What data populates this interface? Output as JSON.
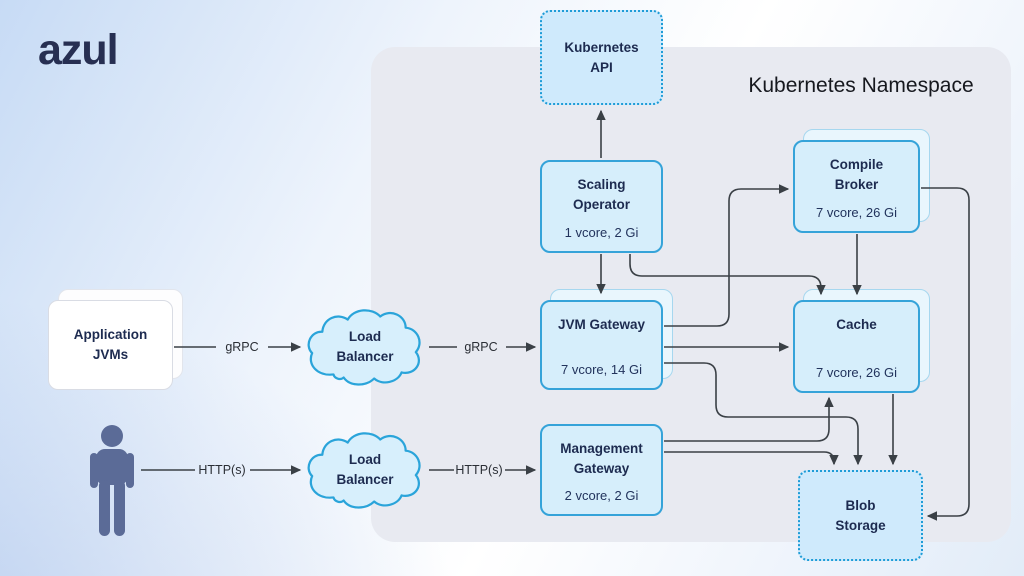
{
  "brand": {
    "logo_text": "azul"
  },
  "namespace": {
    "title": "Kubernetes Namespace"
  },
  "nodes": {
    "kubernetes_api": {
      "title": "Kubernetes\nAPI"
    },
    "scaling_operator": {
      "title": "Scaling\nOperator",
      "spec": "1 vcore, 2 Gi"
    },
    "compile_broker": {
      "title": "Compile\nBroker",
      "spec": "7 vcore, 26 Gi"
    },
    "jvm_gateway": {
      "title": "JVM Gateway",
      "spec": "7 vcore, 14 Gi"
    },
    "cache": {
      "title": "Cache",
      "spec": "7 vcore, 26 Gi"
    },
    "management_gateway": {
      "title": "Management\nGateway",
      "spec": "2 vcore, 2 Gi"
    },
    "blob_storage": {
      "title": "Blob\nStorage"
    },
    "application_jvms": {
      "title": "Application\nJVMs"
    },
    "load_balancer_grpc": {
      "title": "Load\nBalancer"
    },
    "load_balancer_http": {
      "title": "Load\nBalancer"
    }
  },
  "edge_labels": {
    "grpc_app_to_lb": "gRPC",
    "grpc_lb_to_gateway": "gRPC",
    "http_user_to_lb": "HTTP(s)",
    "http_lb_to_gateway": "HTTP(s)"
  },
  "colors": {
    "node_fill": "#d6eefb",
    "node_border": "#35a3d9",
    "dotted_border": "#1e9cd7",
    "namespace_fill": "#e8eaf1",
    "line": "#3a4046",
    "text_navy": "#1d2b50",
    "person": "#5b6b97",
    "logo": "#272f52"
  }
}
